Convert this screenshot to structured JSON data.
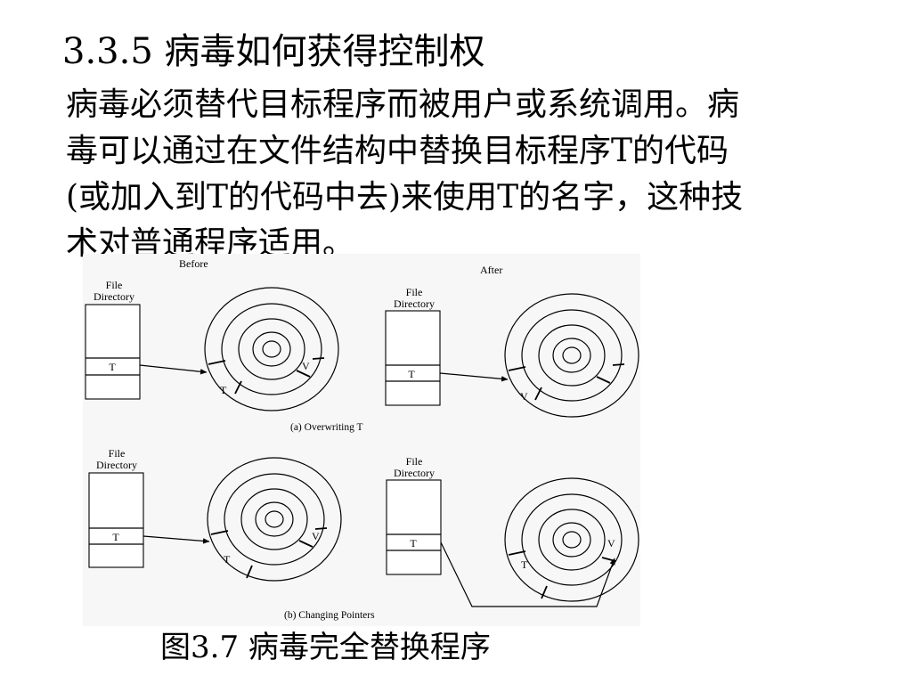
{
  "slide": {
    "title": "3.3.5 病毒如何获得控制权",
    "body_lines": [
      "病毒必须替代目标程序而被用户或系统调用。病",
      "毒可以通过在文件结构中替换目标程序T的代码",
      "(或加入到T的代码中去)来使用T的名字，这种技",
      "术对普通程序适用。"
    ],
    "figure_caption": "图3.7 病毒完全替换程序"
  },
  "figure": {
    "header_before": "Before",
    "header_after": "After",
    "file_label_line1": "File",
    "file_label_line2": "Directory",
    "target_label": "T",
    "virus_label": "V",
    "caption_a": "(a) Overwriting T",
    "caption_b": "(b) Changing Pointers"
  }
}
